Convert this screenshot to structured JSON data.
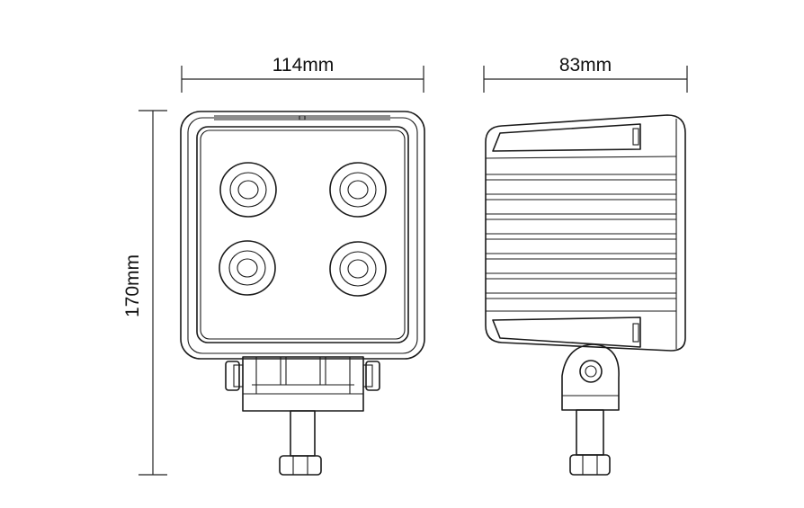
{
  "dimensions": {
    "width_label": "114mm",
    "depth_label": "83mm",
    "height_label": "170mm"
  },
  "colors": {
    "line": "#1a1a1a",
    "background": "#ffffff"
  }
}
